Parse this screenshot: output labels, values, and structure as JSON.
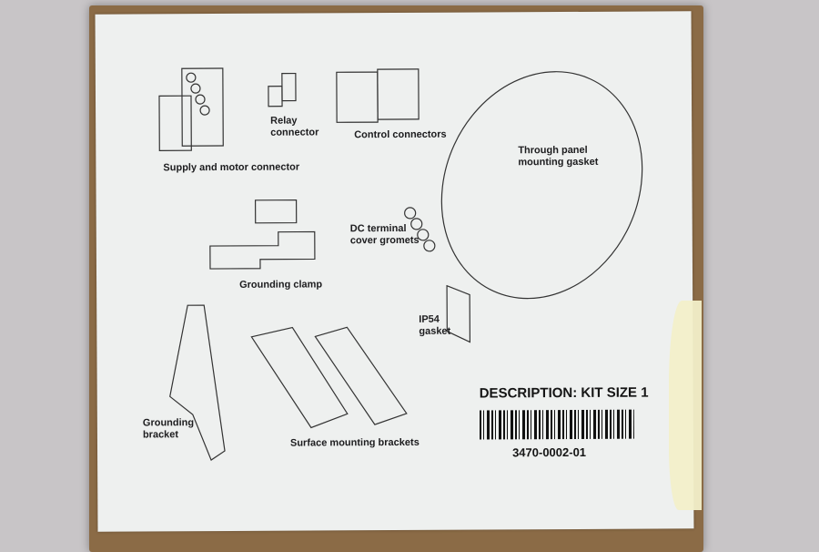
{
  "parts": [
    {
      "label": "Supply and motor connector"
    },
    {
      "label": "Relay connector"
    },
    {
      "label": "Control connectors"
    },
    {
      "label": "Through panel mounting gasket"
    },
    {
      "label": "DC terminal cover gromets"
    },
    {
      "label": "Grounding clamp"
    },
    {
      "label": "IP54 gasket"
    },
    {
      "label": "Grounding bracket"
    },
    {
      "label": "Surface mounting brackets"
    }
  ],
  "description": "DESCRIPTION: KIT SIZE 1",
  "part_number": "3470-0002-01"
}
